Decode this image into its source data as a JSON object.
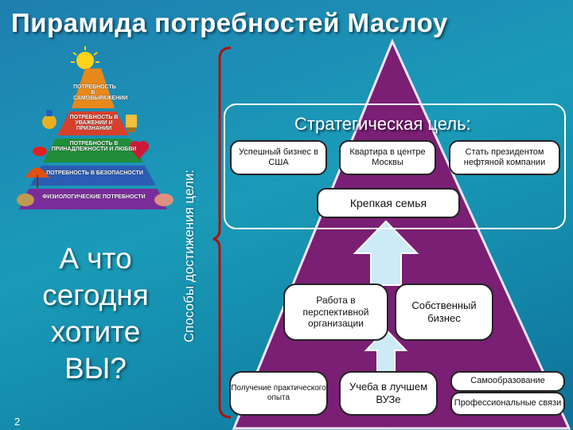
{
  "slide": {
    "title": "Пирамида потребностей Маслоу",
    "question_lines": [
      "А что",
      "сегодня",
      "хотите",
      "ВЫ?"
    ],
    "vertical_label": "Способы достижения цели:",
    "page_number": "2"
  },
  "maslow": {
    "levels": [
      {
        "label": "ПОТРЕБНОСТЬ В САМОВЫРАЖЕНИИ",
        "color": "#e8881a"
      },
      {
        "label": "ПОТРЕБНОСТЬ В УВАЖЕНИИ И ПРИЗНАНИИ",
        "color": "#d8402c"
      },
      {
        "label": "ПОТРЕБНОСТЬ В ПРИНАДЛЕЖНОСТИ И ЛЮБВИ",
        "color": "#1f8d3a"
      },
      {
        "label": "ПОТРЕБНОСТЬ В БЕЗОПАСНОСТИ",
        "color": "#2c5cb3"
      },
      {
        "label": "ФИЗИОЛОГИЧЕСКИЕ ПОТРЕБНОСТИ",
        "color": "#7a2d9a"
      }
    ]
  },
  "goal": {
    "title": "Стратегическая цель:",
    "items": [
      "Успешный бизнес в США",
      "Квартира в центре Москвы",
      "Стать президентом нефтяной компании"
    ],
    "family": "Крепкая семья"
  },
  "means": {
    "work": "Работа в перспективной организации",
    "business": "Собственный бизнес",
    "experience": "Получение практического опыта",
    "university": "Учеба в лучшем ВУЗе",
    "self_education": "Самообразование",
    "professional": "Профессиональные связи"
  },
  "colors": {
    "pyramid": "#7a1f74",
    "pyramid_edge": "#f0e6ff",
    "arrow": "#cdeaf7",
    "bracket": "#b01010"
  }
}
